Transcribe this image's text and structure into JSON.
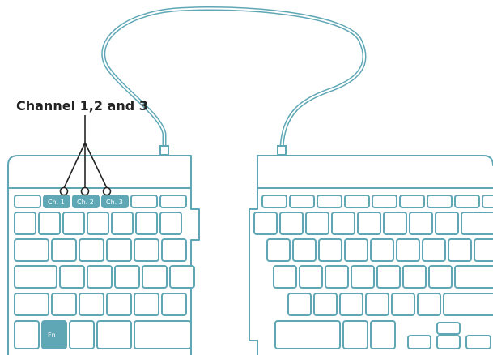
{
  "callout": {
    "label": "Channel 1,2 and 3"
  },
  "keys": {
    "ch1": "Ch. 1",
    "ch2": "Ch. 2",
    "ch3": "Ch. 3",
    "fn": "Fn"
  },
  "colors": {
    "outline": "#5fa7b5",
    "callout": "#222222"
  }
}
